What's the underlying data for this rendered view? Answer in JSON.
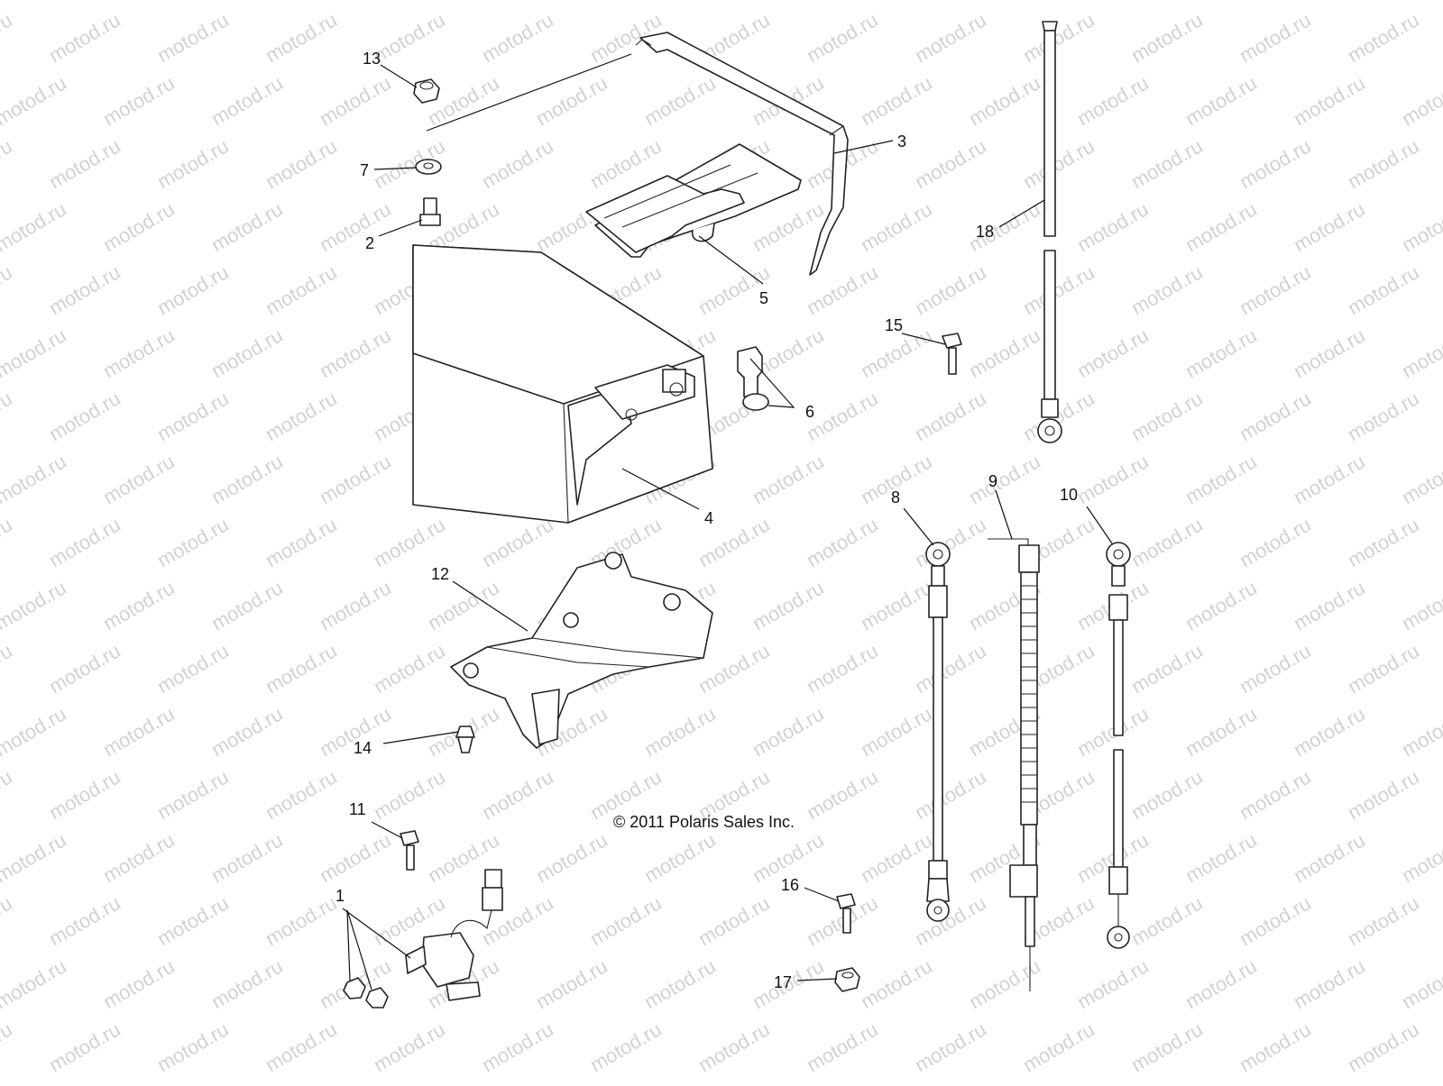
{
  "watermark": {
    "text": "motod.ru"
  },
  "copyright": "© 2011 Polaris Sales Inc.",
  "callouts": {
    "c1": "1",
    "c2": "2",
    "c3": "3",
    "c4": "4",
    "c5": "5",
    "c6": "6",
    "c7": "7",
    "c8": "8",
    "c9": "9",
    "c10": "10",
    "c11": "11",
    "c12": "12",
    "c13": "13",
    "c14": "14",
    "c15": "15",
    "c16": "16",
    "c17": "17",
    "c18": "18"
  }
}
